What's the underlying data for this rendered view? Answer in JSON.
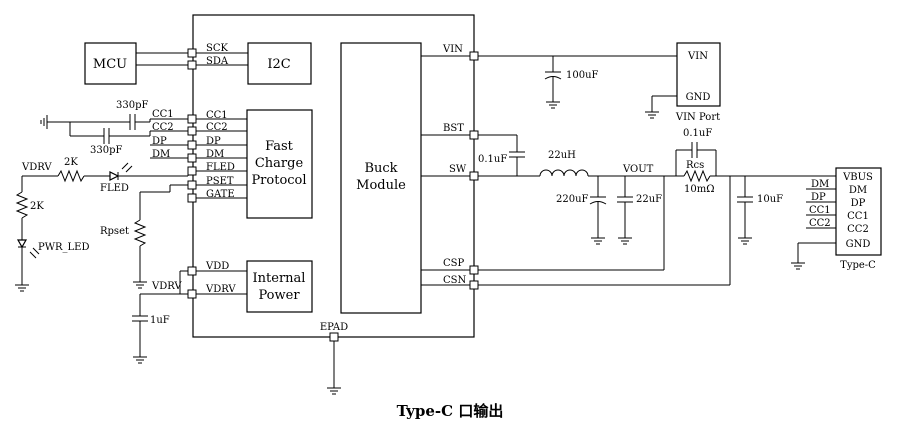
{
  "blocks": {
    "mcu": "MCU",
    "i2c": "I2C",
    "fast_charge": [
      "Fast",
      "Charge",
      "Protocol"
    ],
    "buck": [
      "Buck",
      "Module"
    ],
    "internal_power": [
      "Internal",
      "Power"
    ],
    "vin_port": "VIN Port",
    "typec_connector": "Type-C"
  },
  "chip_pins_left": [
    "SCK",
    "SDA",
    "CC1",
    "CC2",
    "DP",
    "DM",
    "FLED",
    "PSET",
    "GATE",
    "VDD",
    "VDRV"
  ],
  "chip_pins_right": [
    "VIN",
    "BST",
    "SW",
    "CSP",
    "CSN"
  ],
  "chip_pin_bottom": "EPAD",
  "mcu_pins": [
    "CC1",
    "CC2",
    "DP",
    "DM"
  ],
  "vin_port_pins": [
    "VIN",
    "GND"
  ],
  "typec_pins": [
    "VBUS",
    "DM",
    "DP",
    "CC1",
    "CC2",
    "GND"
  ],
  "typec_nets": [
    "DM",
    "DP",
    "CC1",
    "CC2"
  ],
  "nets": {
    "vdrv_left": "VDRV",
    "vdrv_bottom": "VDRV",
    "fled": "FLED",
    "vout": "VOUT"
  },
  "components": {
    "c_cc1": "330pF",
    "c_cc2": "330pF",
    "r_vdrv": "2K",
    "r_led": "2K",
    "led": "PWR_LED",
    "rpset": "Rpset",
    "c_vdrv": "1uF",
    "c_vin": "100uF",
    "c_bst": "0.1uF",
    "inductor": "22uH",
    "c_out1": "220uF",
    "c_out2": "22uF",
    "rcs": "Rcs",
    "rcs_value": "10mΩ",
    "c_rcs": "0.1uF",
    "c_typec": "10uF"
  },
  "caption": "Type-C 口输出"
}
